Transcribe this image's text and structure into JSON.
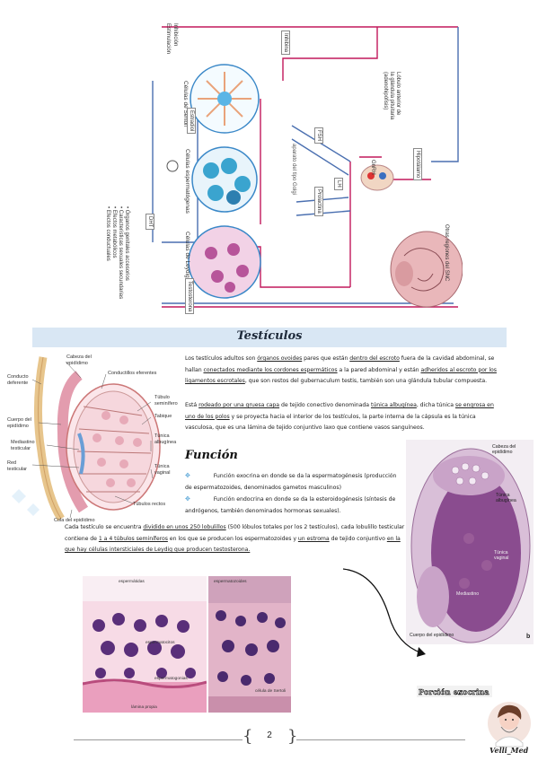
{
  "hormone_diagram": {
    "legend": [
      "Inhibición",
      "Estimulación"
    ],
    "sertoli": "Células de Sertoli",
    "espermatogenas": "Células espermatógenas",
    "leydig": "Células de Leydig",
    "estradiol": "Estradiol",
    "inhibina": "Inhibina",
    "fsh": "FSH",
    "lh": "LH",
    "prolactina": "Prolactina",
    "gnrh": "GnRH",
    "hipotalamo": "Hipotálamo",
    "lobulo": [
      "Lóbulo anterior de",
      "la glándula pituitaria",
      "(adenohipófisis)"
    ],
    "otros": "Otras regiones del SNC",
    "testosterona": "Testosterona",
    "dht": "DHT",
    "espacio": "aparato del tipo Golgi",
    "efectos": [
      "• Órganos genitales accesorios",
      "• Características sexuales secundarias",
      "• Efectos metabólicos",
      "• Efectos conductuales"
    ]
  },
  "banner": {
    "title": "Testículos"
  },
  "testis": {
    "cabeza": [
      "Cabeza del",
      "epidídimo"
    ],
    "conductillos": "Conductillos eferentes",
    "conducto": [
      "Conducto",
      "deferente"
    ],
    "tubulo": [
      "Túbulo",
      "seminífero"
    ],
    "tabique": "Tabique",
    "cuerpo": [
      "Cuerpo del",
      "epidídimo"
    ],
    "mediastino": [
      "Mediastino",
      "testicular"
    ],
    "red": [
      "Red",
      "testicular"
    ],
    "tunica_alb": [
      "Túnica",
      "albugínea"
    ],
    "tunica_vag": [
      "Túnica",
      "vaginal"
    ],
    "rectos": "Túbulos rectos",
    "cola": "Cola del epidídimo"
  },
  "text": {
    "p1_a": "Los testículos adultos son ",
    "p1_u1": "órganos ovoides",
    "p1_b": " pares que están ",
    "p1_u2": "dentro del escroto",
    "p1_c": " fuera de la cavidad abdominal, se hallan ",
    "p1_u3": "conectados mediante los cordones espermáticos",
    "p1_d": " a la pared abdominal y están ",
    "p1_u4": "adheridos al escroto por los ligamentos escrotales",
    "p1_e": ", que son restos del gubernaculum testis, también son una glándula tubular compuesta.",
    "p2_a": "Está ",
    "p2_u1": "rodeado por una gruesa capa",
    "p2_b": " de tejido conectivo denominada ",
    "p2_u2": "túnica albugínea",
    "p2_c": ", dicha túnica ",
    "p2_u3": "se engrosa en uno de los polos",
    "p2_d": " y se proyecta hacia el interior de los testículos, la parte interna de la cápsula es la túnica vasculosa, que es una lámina de tejido conjuntivo laxo que contiene vasos sanguíneos.",
    "funcion": "Función",
    "b1": "Función exocrina en donde se da la espermatogénesis (producción de espermatozoides, denominados gametos masculinos)",
    "b2": "Función endocrina en donde se da la esteroidogénesis (síntesis de andrógenos, también denominados hormonas sexuales).",
    "p3_a": "Cada testículo se encuentra ",
    "p3_u1": "dividido en unos 250 lobulillos",
    "p3_b": " (500 lóbulos totales por los 2 testículos), cada lobulillo testicular contiene de ",
    "p3_u2": "1 a 4 túbulos seminíferos",
    "p3_c": " en los que se producen los espermatozoides y ",
    "p3_u3": "un estroma",
    "p3_d": " de tejido conjuntivo ",
    "p3_u4": "en la que hay células intersticiales de Leydig que producen testosterona."
  },
  "histo_right": {
    "cabeza": [
      "Cabeza del",
      "epidídimo"
    ],
    "albuginea": [
      "Túnica",
      "albugínea"
    ],
    "vaginal": [
      "Túnica",
      "vaginal"
    ],
    "mediastino": "Mediastino",
    "cuerpo": "Cuerpo del epidídimo",
    "b": "b"
  },
  "micro": {
    "labels": [
      "espermátidas",
      "espermatocitos",
      "espermatogonias",
      "espermatozoides",
      "lámina propia",
      "célula de Sertoli"
    ]
  },
  "portion": "Porción exocrina",
  "footer": {
    "page": "2",
    "brand": "Velli_Med"
  },
  "colors": {
    "banner": "#d9e7f4",
    "stim": "#c2185b",
    "inhib": "#4a6fb0"
  }
}
